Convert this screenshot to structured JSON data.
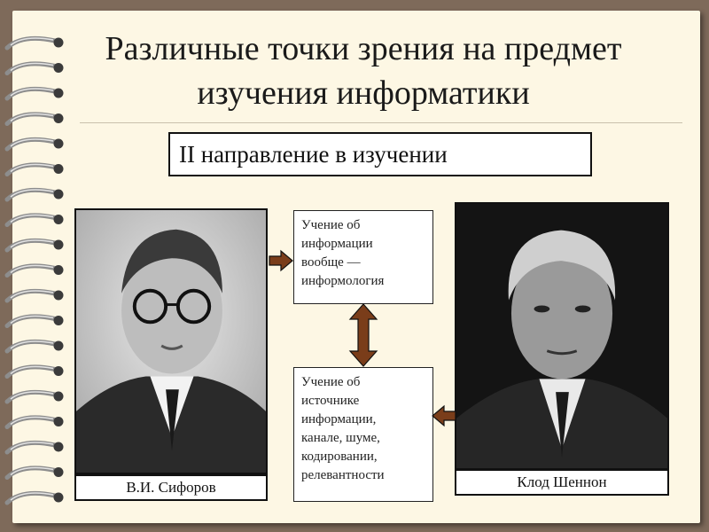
{
  "slide": {
    "title_line1": "Различные точки зрения на предмет",
    "title_line2": "изучения информатики",
    "subtitle": "II направление в изучении"
  },
  "person_left": {
    "name": "В.И. Сифоров",
    "photo": "portrait-photo"
  },
  "person_right": {
    "name": "Клод Шеннон",
    "photo": "portrait-photo"
  },
  "box_top": {
    "lines": [
      "Учение об",
      "информации",
      "вообще —",
      "информология"
    ]
  },
  "box_bottom": {
    "lines": [
      "Учение об",
      "источнике",
      "информации,",
      "канале, шуме,",
      "кодировании,",
      "релевантности"
    ]
  },
  "colors": {
    "arrow": "#7a3d1a",
    "page": "#fdf7e4",
    "background": "#7e6a5a"
  }
}
